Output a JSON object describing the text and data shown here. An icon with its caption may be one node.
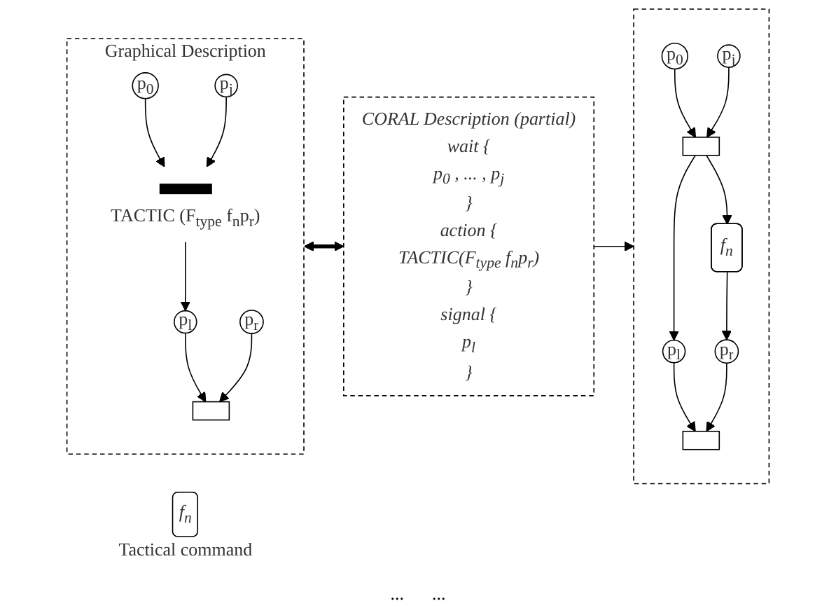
{
  "diagram": {
    "nodes": [
      {
        "text": [
          "Graphical Description"
        ]
      },
      {
        "text": [
          "p$_{0}$"
        ],
        "in": 0
      },
      {
        "text": [
          "p$_{j}$"
        ],
        "in": 0
      },
      {
        "text": [],
        "shape": "bar",
        "in": 0,
        "beside": [
          "TACTIC (F$_{type}$ f$_{n}$p$_{r}$)"
        ]
      },
      {
        "text": [
          "p$_{l}$"
        ],
        "in": 0
      },
      {
        "text": [
          "p$_{r}$"
        ],
        "in": 0
      },
      {
        "text": [],
        "shape": "bar",
        "in": 0
      },
      {
        "text": [
          "CORAL Description (partial)",
          "wait {",
          "p$_{0}$ , ... , p$_{j}$",
          "}",
          "action {",
          "TACTIC(F$_{type}$ f$_{n}$p$_{r}$)",
          "}",
          "signal {",
          "p$_{l}$",
          "}"
        ]
      },
      {
        "text": [],
        "shape": "box"
      },
      {
        "text": [
          "p$_{0}$"
        ],
        "in": 8
      },
      {
        "text": [
          "p$_{j}$"
        ],
        "in": 8
      },
      {
        "text": [],
        "shape": "bar",
        "in": 8
      },
      {
        "text": [
          "f$_{n}$"
        ],
        "in": 8
      },
      {
        "text": [
          "p$_{l}$"
        ],
        "in": 8
      },
      {
        "text": [
          "p$_{r}$"
        ],
        "in": 8
      },
      {
        "text": [],
        "shape": "bar",
        "in": 8
      },
      {
        "text": [
          "f$_{n}$"
        ],
        "beside": [
          "Tactical command"
        ]
      }
    ],
    "edges": [
      {
        "from": 1,
        "to": 3,
        "arrow": "to"
      },
      {
        "from": 2,
        "to": 3,
        "arrow": "to"
      },
      {
        "from": 3,
        "to": 4,
        "arrow": "to"
      },
      {
        "from": 4,
        "to": 6,
        "arrow": "to"
      },
      {
        "from": 5,
        "to": 6,
        "arrow": "to"
      },
      {
        "from": 0,
        "to": 7,
        "arrow": "both",
        "style": "thick"
      },
      {
        "from": 7,
        "to": 8,
        "arrow": "to"
      },
      {
        "from": 9,
        "to": 11,
        "arrow": "to"
      },
      {
        "from": 10,
        "to": 11,
        "arrow": "to"
      },
      {
        "from": 11,
        "to": 13,
        "arrow": "to"
      },
      {
        "from": 11,
        "to": 12,
        "arrow": "to"
      },
      {
        "from": 12,
        "to": 14,
        "arrow": "to"
      },
      {
        "from": 13,
        "to": 15,
        "arrow": "to"
      },
      {
        "from": 14,
        "to": 15,
        "arrow": "to"
      }
    ],
    "labels": [
      "...",
      "..."
    ]
  }
}
